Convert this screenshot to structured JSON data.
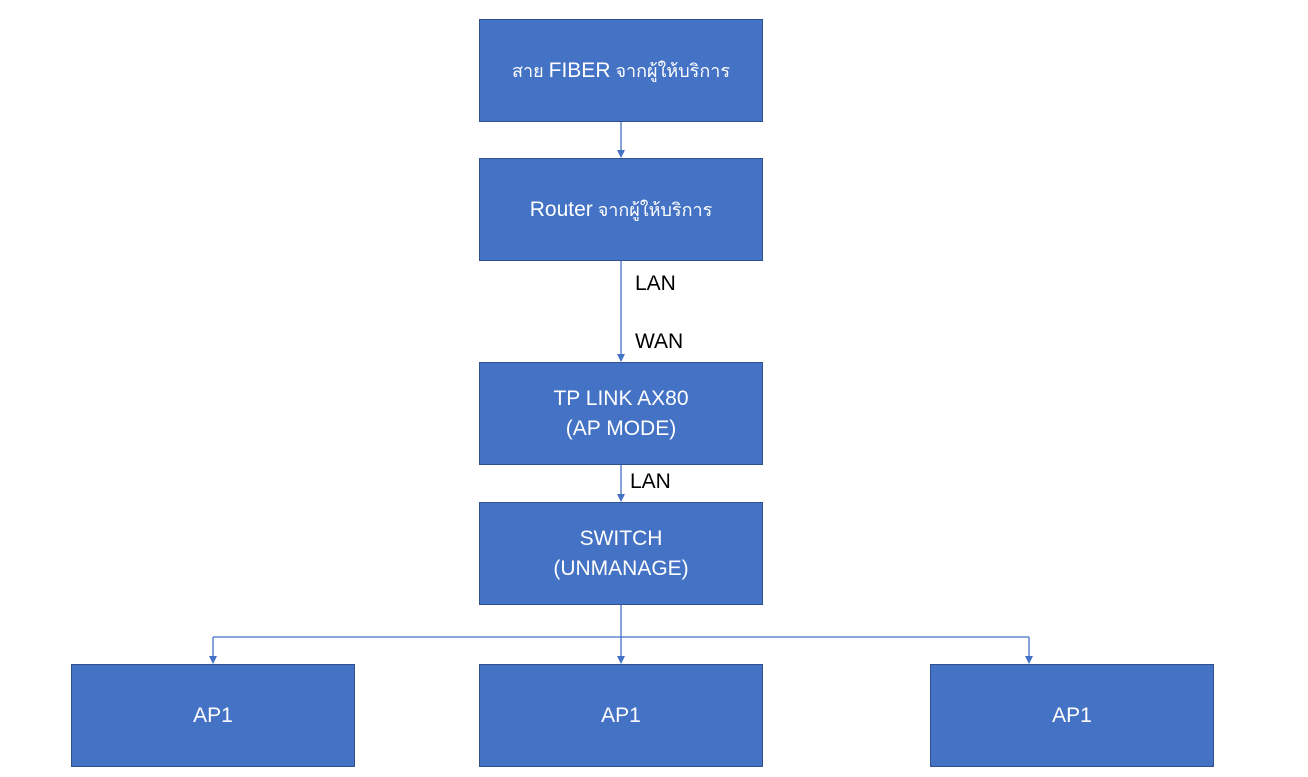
{
  "nodes": {
    "fiber": {
      "prefix": "สาย ",
      "main": "FIBER",
      "suffix": " จากผู้ให้บริการ"
    },
    "router": {
      "main": "Router",
      "suffix": " จากผู้ให้บริการ"
    },
    "tplink": {
      "line1": "TP LINK AX80",
      "line2": "(AP MODE)"
    },
    "switch": {
      "line1": "SWITCH",
      "line2": "(UNMANAGE)"
    },
    "ap_left": {
      "label": "AP1"
    },
    "ap_center": {
      "label": "AP1"
    },
    "ap_right": {
      "label": "AP1"
    }
  },
  "edge_labels": {
    "router_out": "LAN",
    "tplink_in": "WAN",
    "tplink_out": "LAN"
  },
  "colors": {
    "node_fill": "#4472c4",
    "node_border": "#2f528f",
    "connector": "#4472c4",
    "node_text": "#ffffff"
  }
}
